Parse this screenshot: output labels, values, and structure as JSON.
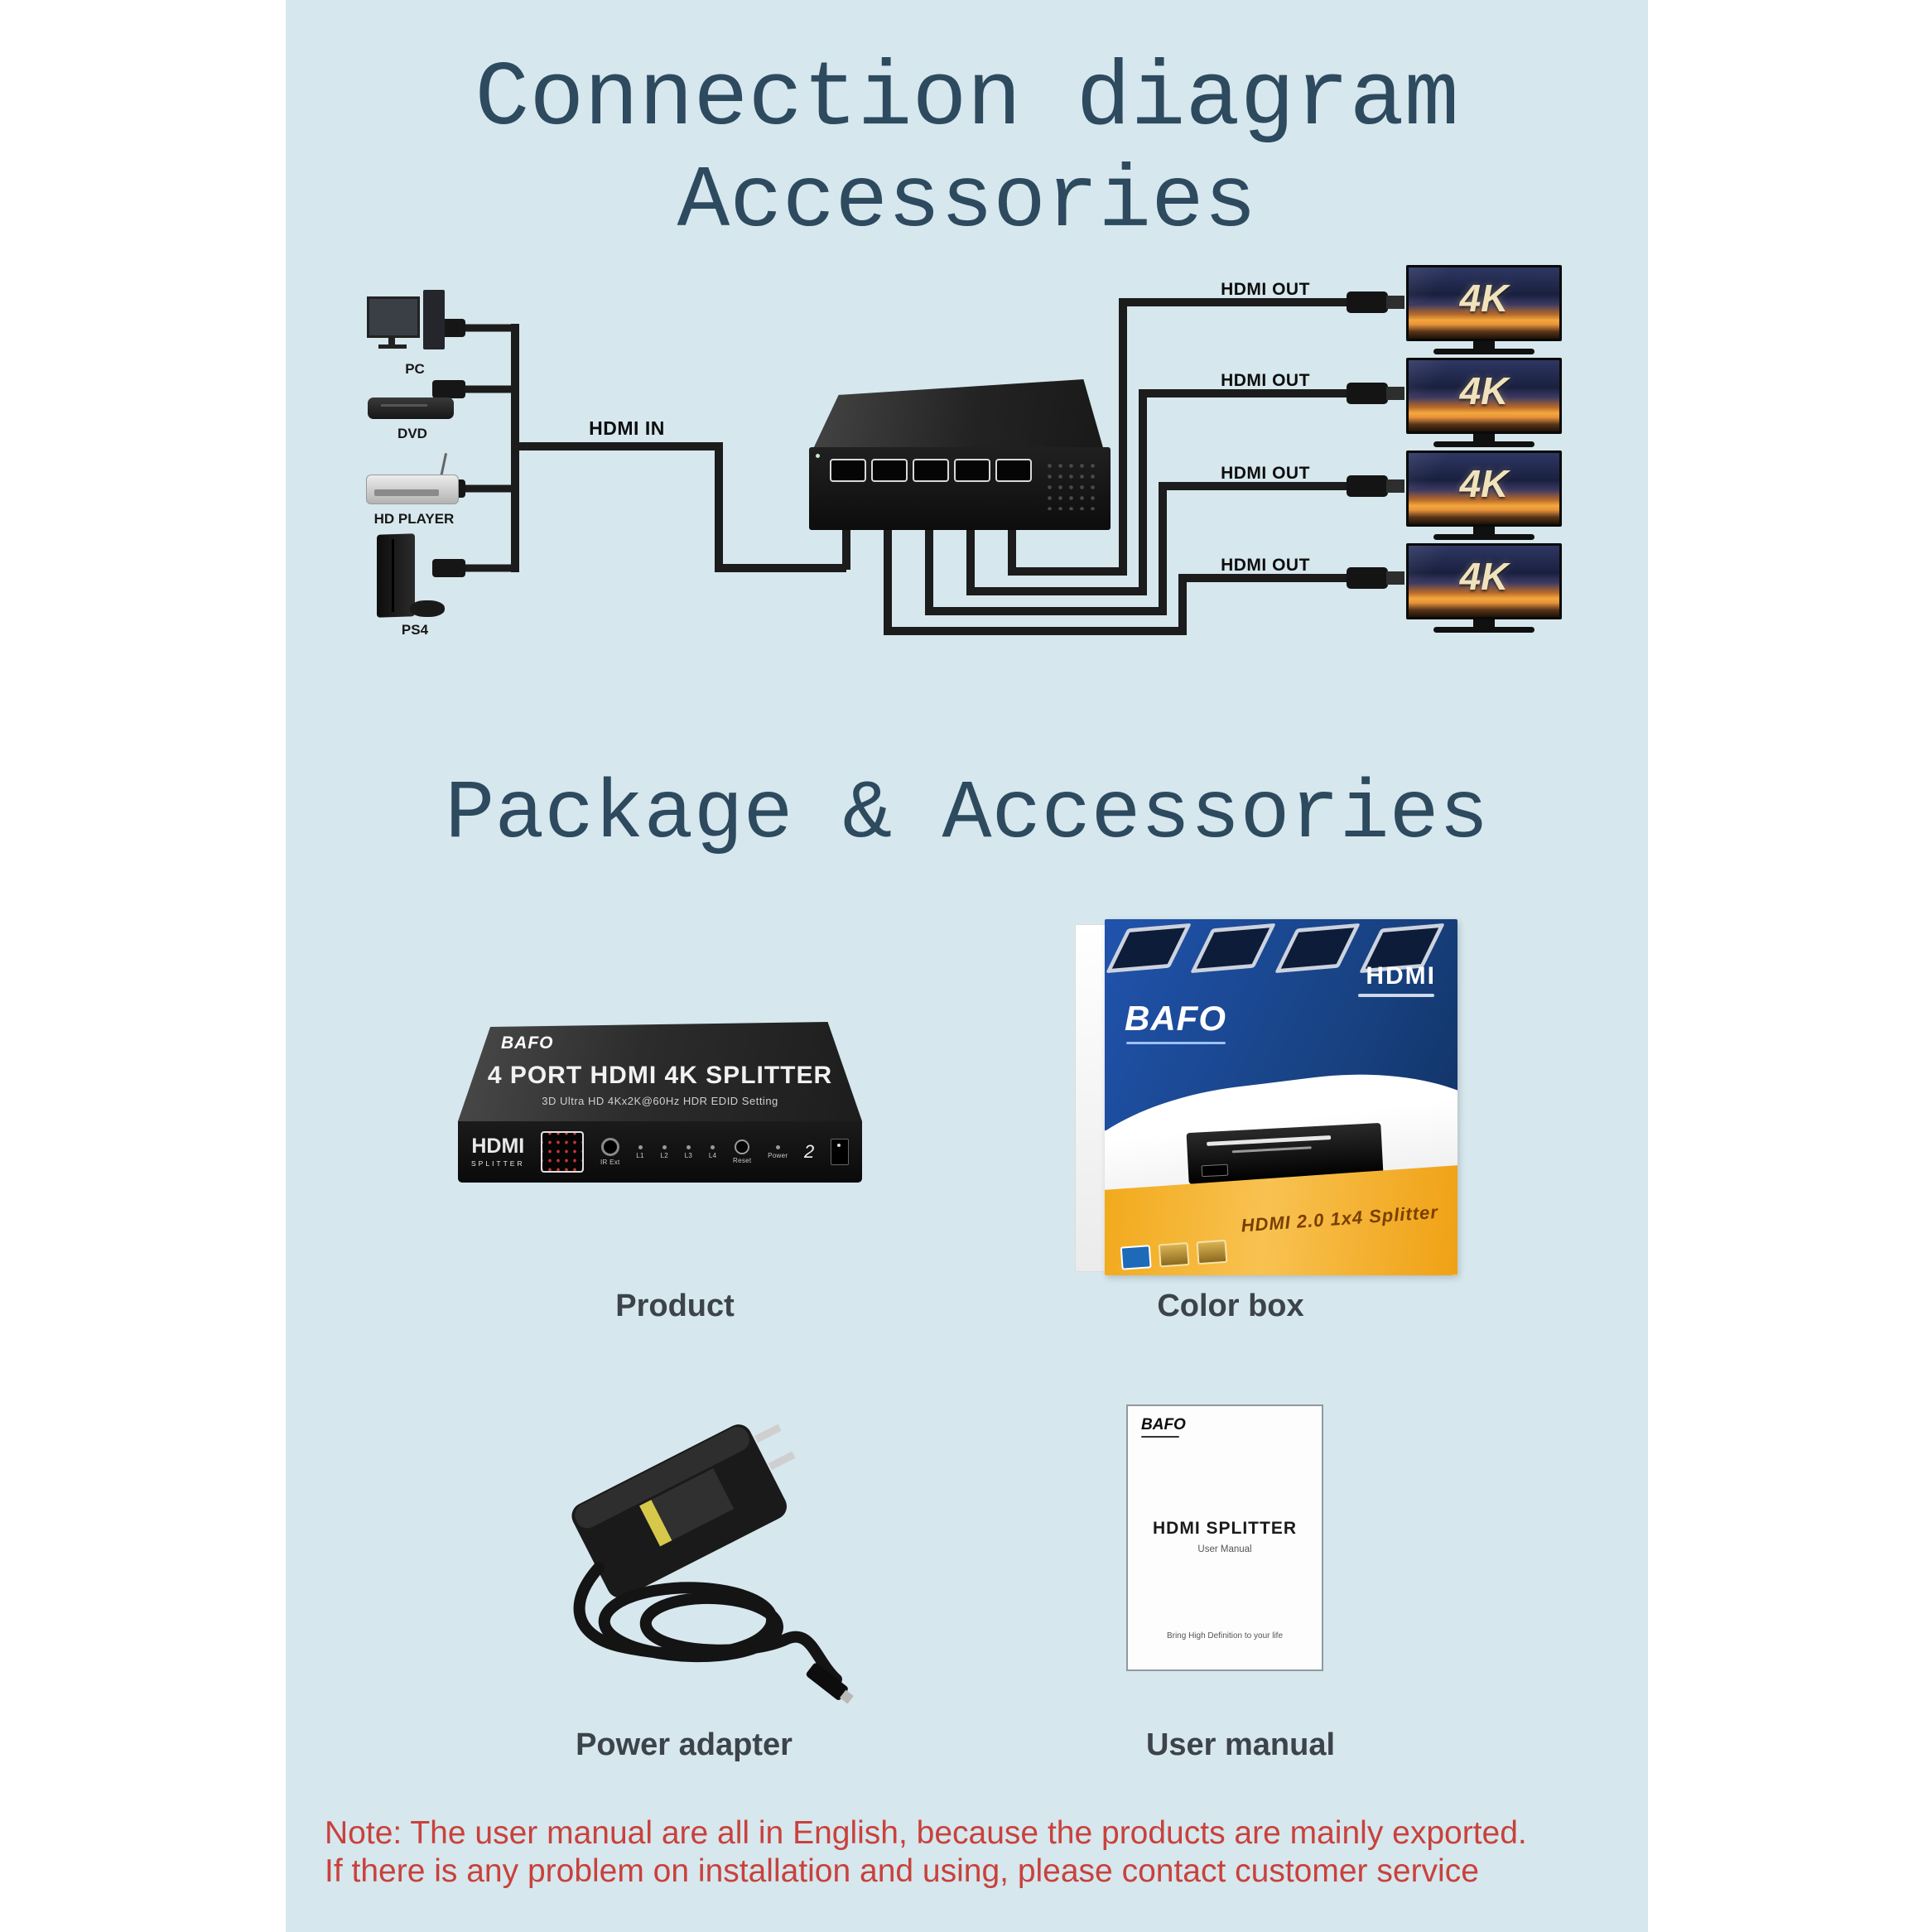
{
  "page": {
    "title_line1": "Connection diagram",
    "title_line2": "Accessories",
    "colors": {
      "panel_bg": "#d6e7ed",
      "title": "#2d4a5f",
      "note": "#c9413c",
      "box_blue": "#1c4aa0",
      "box_yellow": "#f5b02a",
      "tv_badge_gold": "#f0e3bc"
    }
  },
  "diagram": {
    "hdmi_in_label": "HDMI IN",
    "hdmi_out_label": "HDMI OUT",
    "tv_badge": "4K",
    "sources": [
      {
        "label": "PC"
      },
      {
        "label": "DVD"
      },
      {
        "label": "HD PLAYER"
      },
      {
        "label": "PS4"
      }
    ]
  },
  "package": {
    "heading": "Package & Accessories",
    "items": [
      {
        "caption": "Product"
      },
      {
        "caption": "Color box"
      },
      {
        "caption": "Power adapter"
      },
      {
        "caption": "User manual"
      }
    ]
  },
  "product": {
    "brand": "BAFO",
    "title": "4 PORT HDMI 4K SPLITTER",
    "subtitle": "3D Ultra HD 4Kx2K@60Hz HDR EDID Setting",
    "front_logo_line1": "HDMI",
    "front_logo_line2": "SPLITTER",
    "port_labels": [
      "IR Ext",
      "L1",
      "L2",
      "L3",
      "L4",
      "Reset",
      "Power"
    ],
    "dc_mark": "2"
  },
  "colorbox": {
    "brand": "BAFO",
    "hdmi_logo": "HDMI",
    "band_text": "HDMI 2.0 1x4 Splitter"
  },
  "manual": {
    "brand": "BAFO",
    "title": "HDMI SPLITTER",
    "subtitle": "User Manual",
    "footer": "Bring High Definition to your life"
  },
  "note": {
    "line1": "Note: The user manual are all in English, because the products are mainly exported.",
    "line2": "If there is any problem on installation and using, please contact customer service"
  }
}
